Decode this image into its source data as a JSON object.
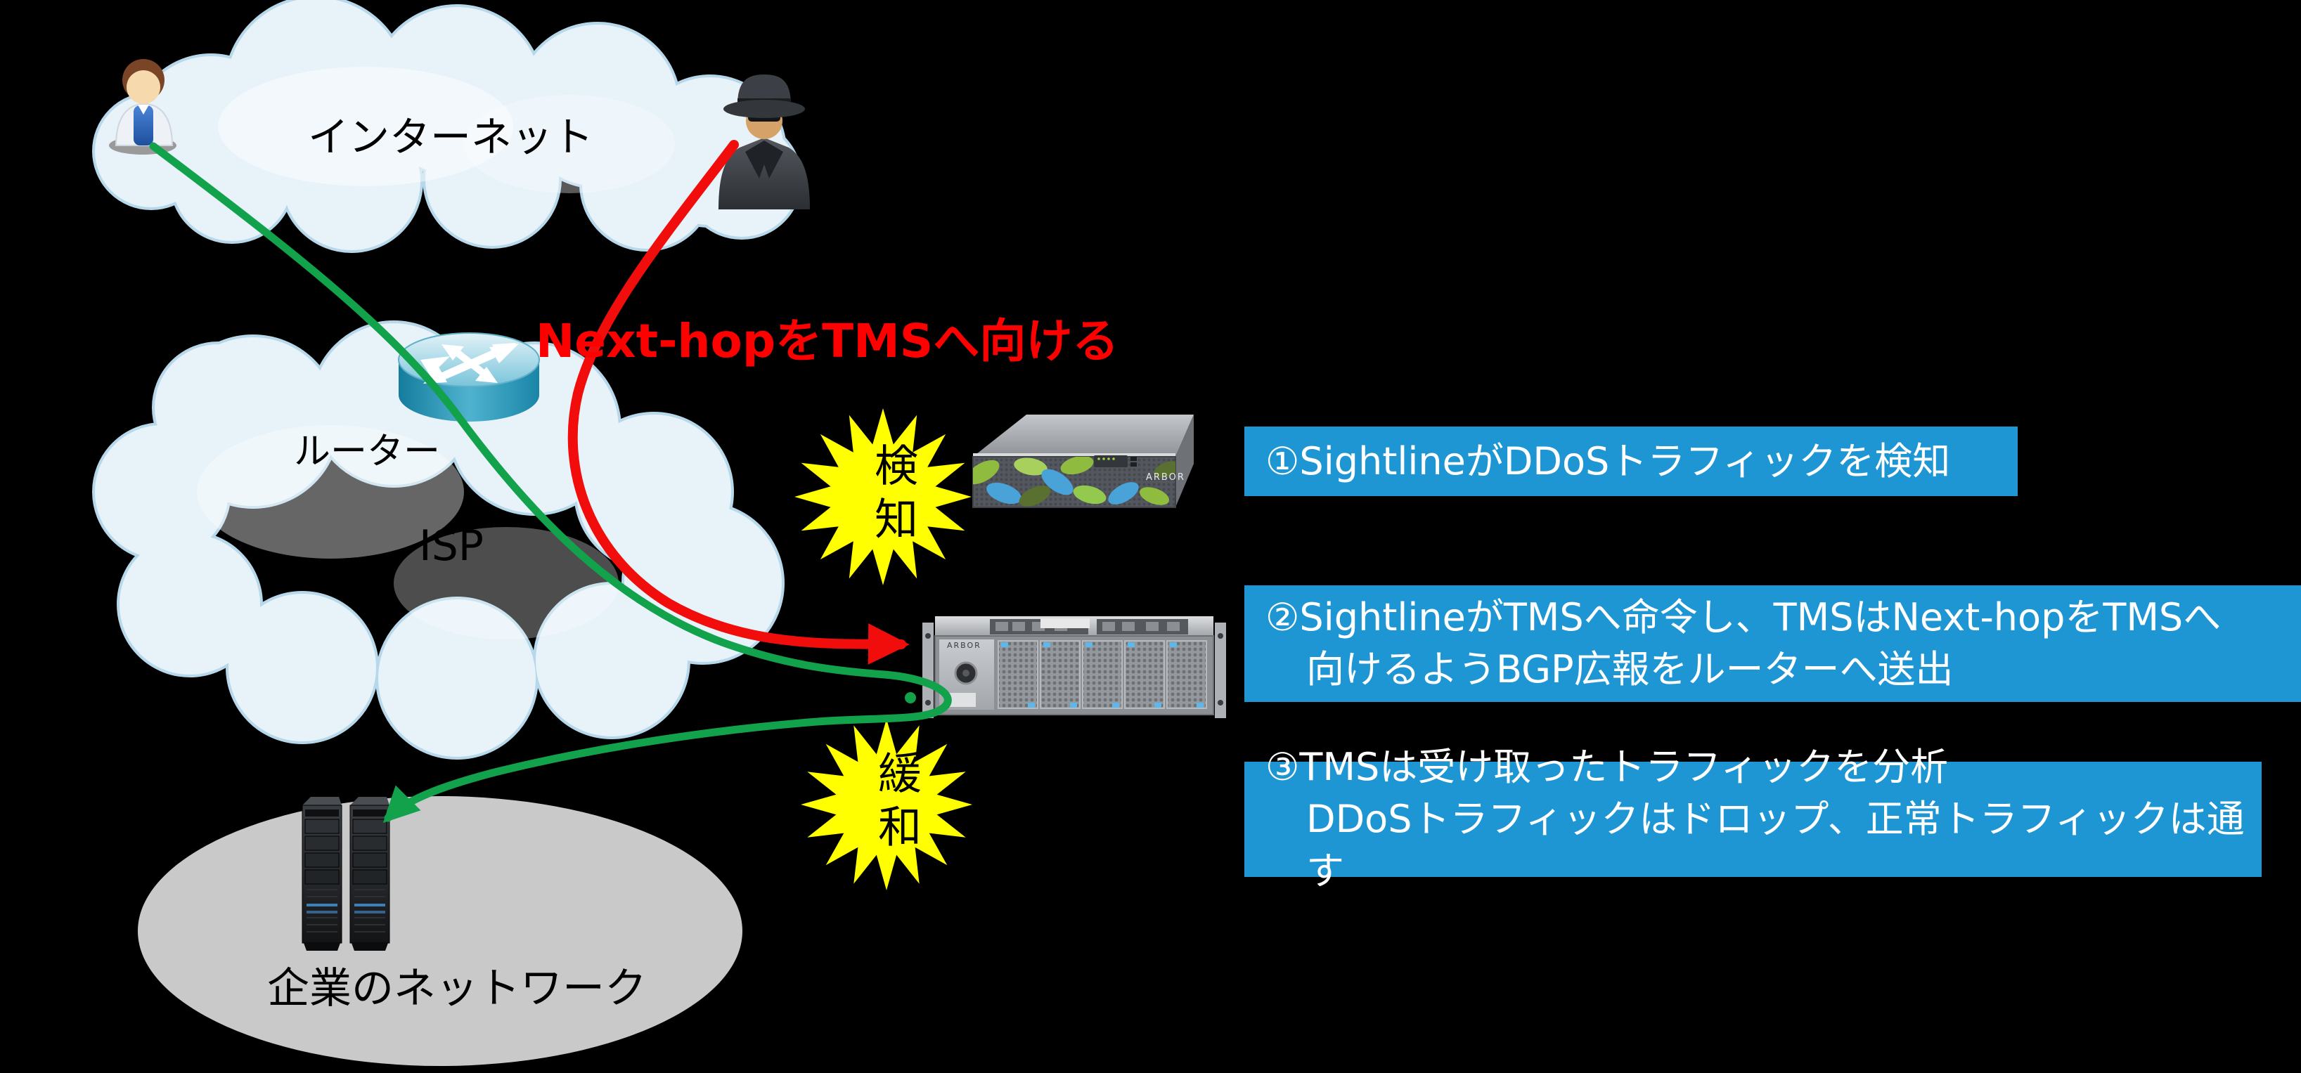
{
  "clouds": {
    "internet": {
      "label": "インターネット"
    },
    "isp": {
      "label": "ISP"
    }
  },
  "router": {
    "label": "ルーター"
  },
  "annotation": {
    "text": "Next-hopをTMSへ向ける",
    "color": "#ff0000"
  },
  "bursts": {
    "detect": {
      "label": "検知"
    },
    "mitigate": {
      "label": "緩和"
    }
  },
  "appliances": {
    "sightline": {
      "brand": "ARBOR"
    },
    "tms": {
      "brand": "ARBOR"
    }
  },
  "corporate": {
    "label": "企業のネットワーク"
  },
  "steps": [
    {
      "line1": "①SightlineがDDoSトラフィックを検知"
    },
    {
      "line1": "②SightlineがTMSへ命令し、TMSはNext-hopをTMSへ",
      "line2": "向けるようBGP広報をルーターへ送出"
    },
    {
      "line1": "③TMSは受け取ったトラフィックを分析",
      "line2": "DDoSトラフィックはドロップ、正常トラフィックは通す"
    }
  ],
  "colors": {
    "step_box": "#1e96d3",
    "normal_traffic_green": "#12a24b",
    "attack_traffic_red": "#f20d0d",
    "burst_yellow": "#ffff00",
    "cloud_fill": "#e7f2f9",
    "cloud_edge": "#b6d8ea",
    "corporate_fill": "#c9c9c9",
    "background": "#000000"
  },
  "icons": {
    "user": "user-icon",
    "attacker": "attacker-icon",
    "router": "router-icon",
    "corporate_servers": "tower-servers-icon",
    "detect_burst": "starburst-icon",
    "mitigate_burst": "starburst-icon"
  }
}
